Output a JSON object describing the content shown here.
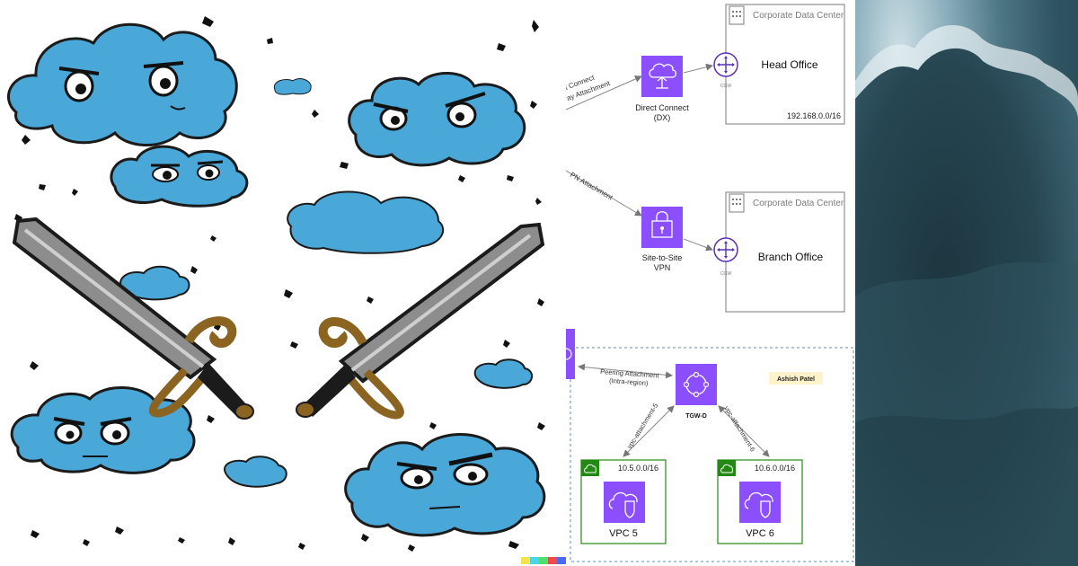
{
  "diagram": {
    "head_office_dc": {
      "header": "Corporate Data Center",
      "title": "Head Office",
      "cidr": "192.168.0.0/16",
      "cgw_label": "CGW"
    },
    "branch_office_dc": {
      "header": "Corporate Data Center",
      "title": "Branch Office",
      "cgw_label": "CGW"
    },
    "direct_connect": {
      "line1": "Direct Connect",
      "line2": "(DX)"
    },
    "site_to_site": {
      "line1": "Site-to-Site",
      "line2": "VPN"
    },
    "dx_attachment_label": {
      "line1": "t Connect",
      "line2": "ay Attachment"
    },
    "vpn_attachment_label": "PN Attachment",
    "peering": {
      "line1": "Peering Attachment",
      "line2": "(Intra-region)"
    },
    "tgw": {
      "label": "TGW-D"
    },
    "author_tag": "Ashish Patel",
    "vpc5": {
      "cidr": "10.5.0.0/16",
      "name": "VPC 5",
      "attachment": "vpc-attachment-5"
    },
    "vpc6": {
      "cidr": "10.6.0.0/16",
      "name": "VPC 6",
      "attachment": "vpc-attachment-6"
    }
  },
  "colors": {
    "aws_purple": "#8c4fff",
    "aws_purple_dark": "#5a30b5",
    "vpc_green": "#248814",
    "dashed_blue": "#5b8fa8",
    "cloud_blue": "#4aa8d8",
    "cloud_outline": "#1b1b1b",
    "blade_grey": "#8d8d8d",
    "hilt_gold": "#8a6420"
  }
}
